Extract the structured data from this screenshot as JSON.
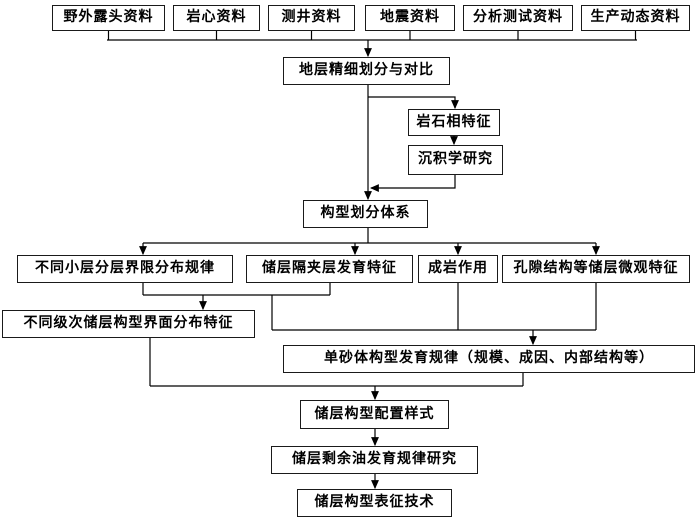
{
  "diagram": {
    "type": "flowchart",
    "colors": {
      "background": "#ffffff",
      "box_border": "#1a1a1a",
      "line": "#000000",
      "text": "#000000"
    },
    "nodes": {
      "field_outcrop": {
        "label": "野外露头资料"
      },
      "core": {
        "label": "岩心资料"
      },
      "well_log": {
        "label": "测井资料"
      },
      "seismic": {
        "label": "地震资料"
      },
      "analysis_test": {
        "label": "分析测试资料"
      },
      "production_dynamic": {
        "label": "生产动态资料"
      },
      "strat_division": {
        "label": "地层精细划分与对比"
      },
      "lithofacies": {
        "label": "岩石相特征"
      },
      "sedimentology": {
        "label": "沉积学研究"
      },
      "architecture_system": {
        "label": "构型划分体系"
      },
      "sublayer_boundary": {
        "label": "不同小层分层界限分布规律"
      },
      "interlayer": {
        "label": "储层隔夹层发育特征"
      },
      "diagenesis": {
        "label": "成岩作用"
      },
      "pore_structure": {
        "label": "孔隙结构等储层微观特征"
      },
      "interface_distribution": {
        "label": "不同级次储层构型界面分布特征"
      },
      "single_sand_body": {
        "label": "单砂体构型发育规律（规模、成因、内部结构等）"
      },
      "configuration_style": {
        "label": "储层构型配置样式"
      },
      "remaining_oil": {
        "label": "储层剩余油发育规律研究"
      },
      "characterization": {
        "label": "储层构型表征技术"
      }
    }
  }
}
